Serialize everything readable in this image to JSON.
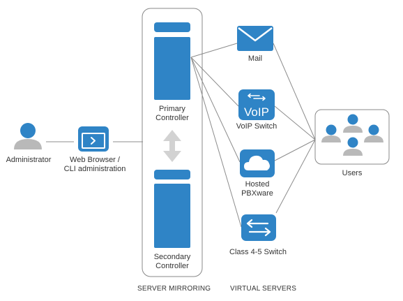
{
  "colors": {
    "primary": "#2f84c6",
    "connector": "#8c8c8c",
    "person": "#2f84c6",
    "shoulders": "#b9b9b9",
    "box_border": "#888888",
    "arrow": "#d2d2d2"
  },
  "nodes": {
    "administrator": {
      "label": "Administrator",
      "icon": "person-icon"
    },
    "web_browser": {
      "label_line1": "Web Browser /",
      "label_line2": "CLI administration",
      "icon": "browser-terminal-icon"
    },
    "primary_controller": {
      "label_line1": "Primary",
      "label_line2": "Controller",
      "icon": "server-icon"
    },
    "secondary_controller": {
      "label_line1": "Secondary",
      "label_line2": "Controller",
      "icon": "server-icon"
    },
    "mail": {
      "label": "Mail",
      "icon": "envelope-icon"
    },
    "voip_switch": {
      "label": "VoIP Switch",
      "icon_text": "VoIP"
    },
    "hosted_pbxware": {
      "label_line1": "Hosted",
      "label_line2": "PBXware",
      "icon": "cloud-icon"
    },
    "class45_switch": {
      "label": "Class 4-5 Switch",
      "icon": "swap-arrows-icon"
    },
    "users": {
      "label": "Users",
      "icon": "users-group-icon"
    }
  },
  "captions": {
    "server_mirroring": "SERVER MIRRORING",
    "virtual_servers": "VIRTUAL SERVERS"
  }
}
